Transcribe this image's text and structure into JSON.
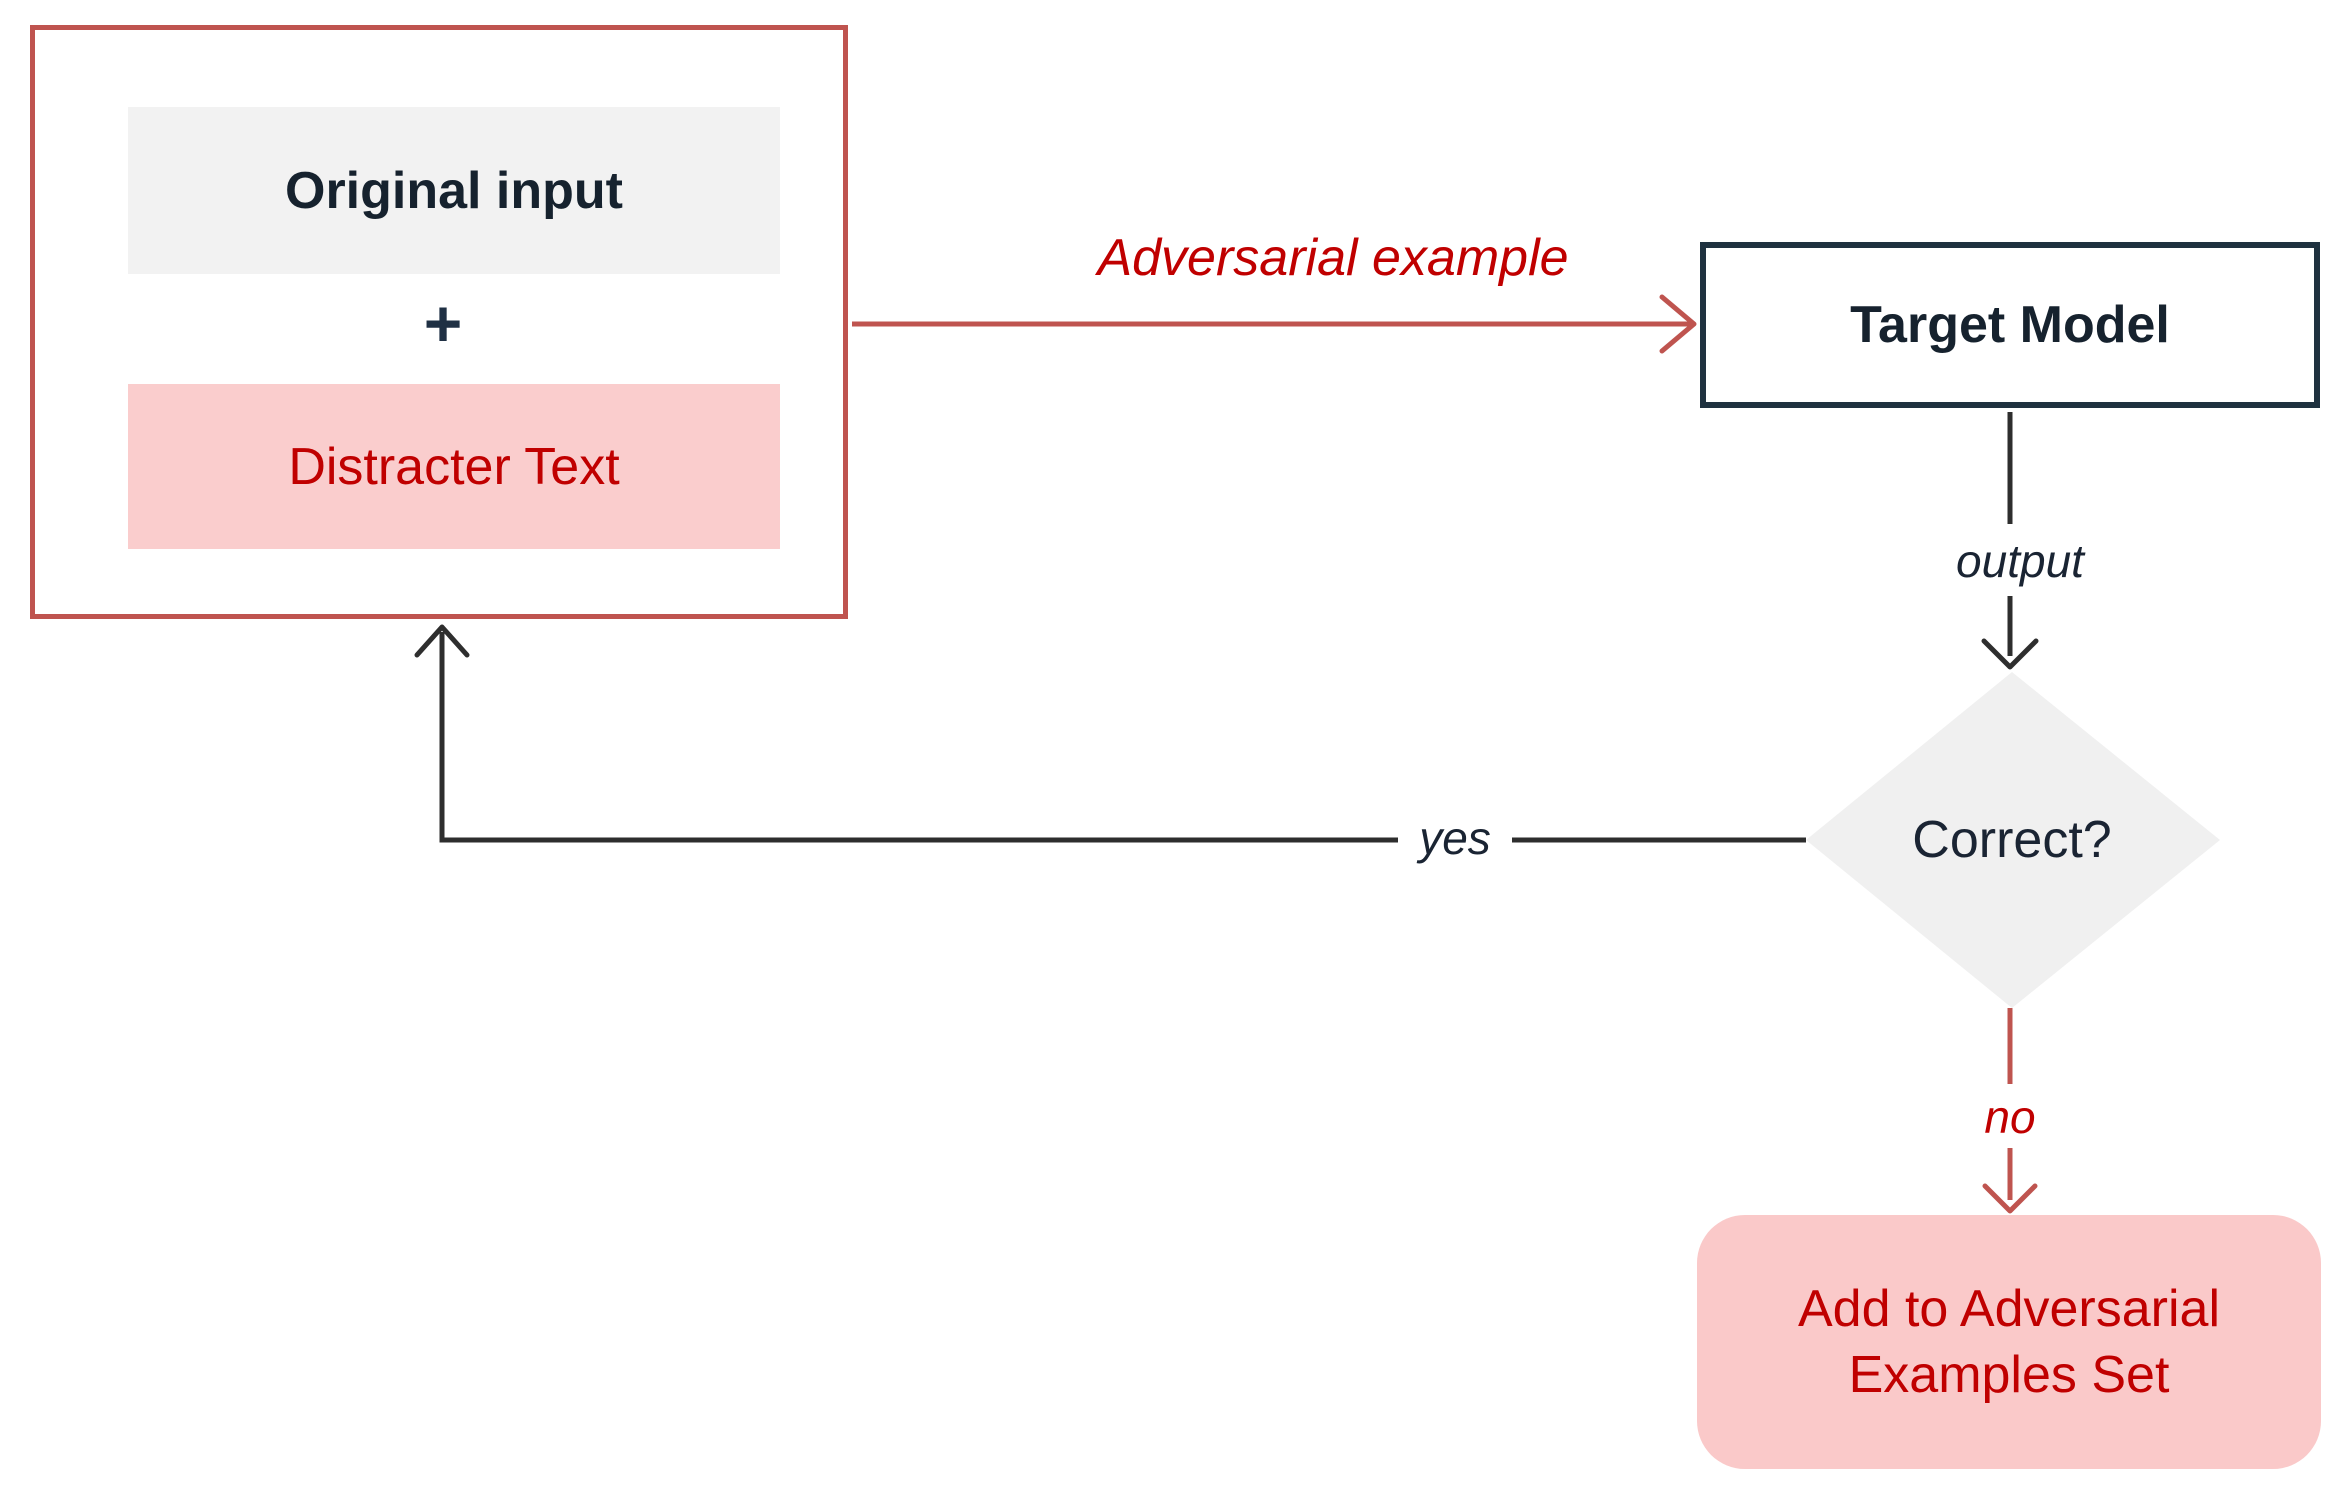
{
  "nodes": {
    "original_input": {
      "label": "Original input"
    },
    "plus": {
      "label": "+"
    },
    "distracter_text": {
      "label": "Distracter Text"
    },
    "target_model": {
      "label": "Target Model"
    },
    "decision": {
      "label": "Correct?"
    },
    "result": {
      "line1": "Add to Adversarial",
      "line2": "Examples Set"
    }
  },
  "edges": {
    "adversarial_example": {
      "label": "Adversarial example"
    },
    "output": {
      "label": "output"
    },
    "yes": {
      "label": "yes"
    },
    "no": {
      "label": "no"
    }
  },
  "colors": {
    "accent_red": "#BF544F",
    "text_red": "#C00000",
    "dark_navy": "#1A2433",
    "target_border_navy": "#1F3240",
    "line_black": "#2E2E2E",
    "gray_fill": "#F2F2F2",
    "diamond_fill": "#F0F0F0",
    "pink_fill": "#FACDCD",
    "result_pink_fill": "#FAC9C9"
  }
}
